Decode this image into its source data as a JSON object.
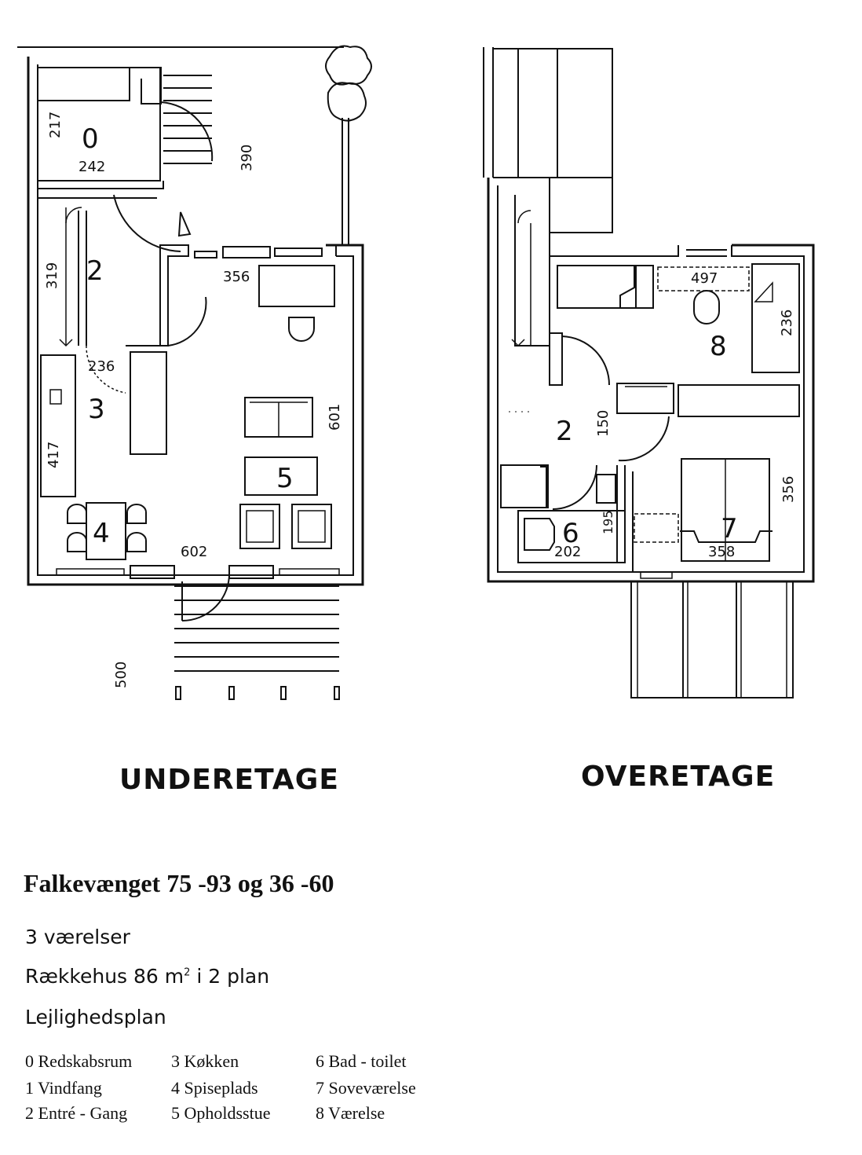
{
  "floors": {
    "lower": {
      "title": "UNDERETAGE",
      "rooms": [
        "0",
        "2",
        "3",
        "4",
        "5"
      ],
      "dimensions": [
        "217",
        "242",
        "390",
        "319",
        "356",
        "236",
        "601",
        "417",
        "602",
        "500"
      ]
    },
    "upper": {
      "title": "OVERETAGE",
      "rooms": [
        "2",
        "8",
        "6",
        "7"
      ],
      "dimensions": [
        "497",
        "236",
        "150",
        "356",
        "195",
        "202",
        "358"
      ]
    }
  },
  "document": {
    "title": "Falkevænget 75 -93 og 36 -60",
    "rooms_count": "3 værelser",
    "house_type": "Rækkehus 86 m",
    "house_type_sup": "2",
    "house_type_rest": " i 2 plan",
    "plan_label": "Lejlighedsplan"
  },
  "legend": [
    "0 Redskabsrum",
    "1 Vindfang",
    "2 Entré - Gang",
    "3  Køkken",
    "4  Spiseplads",
    "5  Opholdsstue",
    "6 Bad - toilet",
    "7 Soveværelse",
    "8 Værelse"
  ]
}
